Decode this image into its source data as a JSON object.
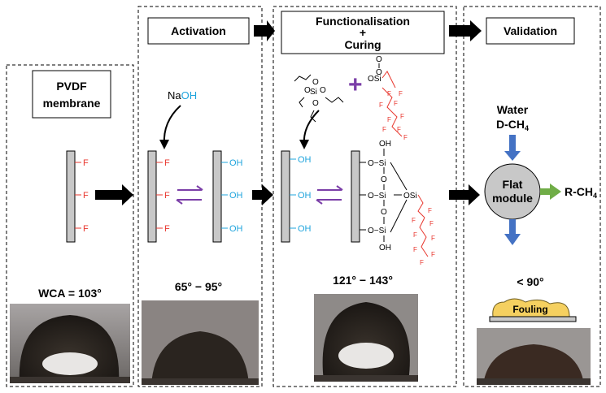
{
  "stages": {
    "membrane": {
      "label_line1": "PVDF",
      "label_line2": "membrane",
      "wca": "WCA = 103°"
    },
    "activation": {
      "label": "Activation",
      "reagent_prefix": "Na",
      "reagent_suffix": "OH",
      "wca": "65° − 95°"
    },
    "functionalisation": {
      "label_line1": "Functionalisation",
      "label_line2": "+",
      "label_line3": "Curing",
      "wca": "121° − 143°"
    },
    "validation": {
      "label": "Validation",
      "wca": "< 90°"
    }
  },
  "chem": {
    "fluorine": "F",
    "hydroxyl": "OH",
    "oxygen": "O",
    "silicon": "Si",
    "osi": "OSi",
    "o_si": "O−Si",
    "plus": "+"
  },
  "module": {
    "line1": "Flat",
    "line2": "module",
    "water": "Water",
    "feed": "D-CH",
    "feed_sub": "4",
    "product": "R-CH",
    "product_sub": "4",
    "fouling": "Fouling"
  },
  "colors": {
    "fluorine": "#e8372e",
    "hydroxyl": "#1fa4dd",
    "swap_arrow": "#7b3fa8",
    "flow_arrow": "#4472c4",
    "product_arrow": "#70ad47",
    "fouling": "#f5d060"
  }
}
